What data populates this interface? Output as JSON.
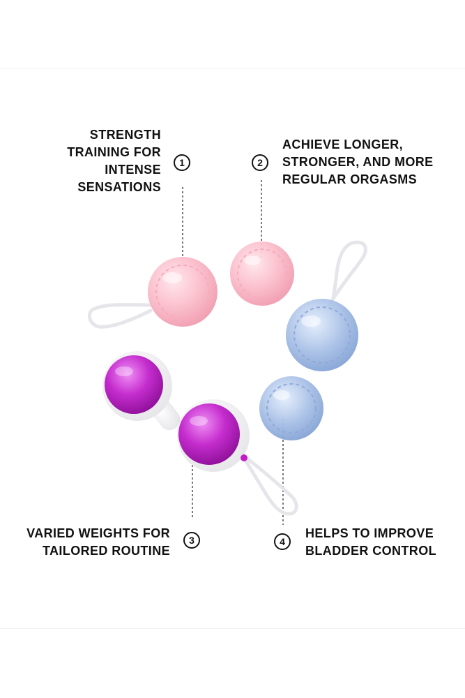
{
  "features": [
    {
      "number": "1",
      "lines": [
        "STRENGTH",
        "TRAINING FOR",
        "INTENSE",
        "SENSATIONS"
      ]
    },
    {
      "number": "2",
      "lines": [
        "ACHIEVE LONGER,",
        "STRONGER, AND MORE",
        "REGULAR ORGASMS"
      ]
    },
    {
      "number": "3",
      "lines": [
        "VARIED WEIGHTS FOR",
        "TAILORED ROUTINE"
      ]
    },
    {
      "number": "4",
      "lines": [
        "HELPS TO IMPROVE",
        "BLADDER CONTROL"
      ]
    }
  ],
  "colors": {
    "pink_ball": "#f9b3c4",
    "blue_ball": "#9db6de",
    "purple_ball": "#c21ec7",
    "text": "#111111",
    "background": "#ffffff"
  },
  "icons": [
    "numbered-circle-icon",
    "retrieval-loop-icon"
  ]
}
